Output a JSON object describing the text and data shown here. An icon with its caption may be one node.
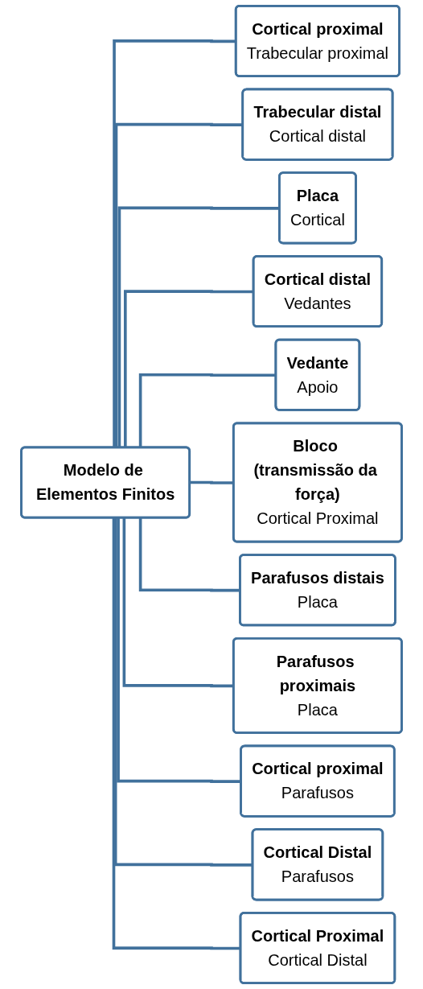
{
  "diagram": {
    "nodes": [
      {
        "text": [
          "Modelo de Elementos Finitos"
        ]
      },
      {
        "text": [
          "Cortical proximal",
          "Trabecular proximal"
        ]
      },
      {
        "text": [
          "Trabecular distal",
          "Cortical distal"
        ]
      },
      {
        "text": [
          "Placa",
          "Cortical"
        ]
      },
      {
        "text": [
          "Cortical distal",
          "Vedantes"
        ]
      },
      {
        "text": [
          "Vedante",
          "Apoio"
        ]
      },
      {
        "text": [
          "Bloco (transmissão da força)",
          "Cortical Proximal"
        ]
      },
      {
        "text": [
          "Parafusos distais",
          "Placa"
        ]
      },
      {
        "text": [
          "Parafusos proximais",
          "Placa"
        ]
      },
      {
        "text": [
          "Cortical proximal",
          "Parafusos"
        ]
      },
      {
        "text": [
          "Cortical Distal",
          "Parafusos"
        ]
      },
      {
        "text": [
          "Cortical Proximal",
          "Cortical Distal"
        ]
      }
    ],
    "edges": [
      {
        "from": 0,
        "to": 1,
        "arrow": "none"
      },
      {
        "from": 0,
        "to": 2,
        "arrow": "none"
      },
      {
        "from": 0,
        "to": 3,
        "arrow": "none"
      },
      {
        "from": 0,
        "to": 4,
        "arrow": "none"
      },
      {
        "from": 0,
        "to": 5,
        "arrow": "none"
      },
      {
        "from": 0,
        "to": 6,
        "arrow": "none"
      },
      {
        "from": 0,
        "to": 7,
        "arrow": "none"
      },
      {
        "from": 0,
        "to": 8,
        "arrow": "none"
      },
      {
        "from": 0,
        "to": 9,
        "arrow": "none"
      },
      {
        "from": 0,
        "to": 10,
        "arrow": "none"
      },
      {
        "from": 0,
        "to": 11,
        "arrow": "none"
      }
    ]
  }
}
